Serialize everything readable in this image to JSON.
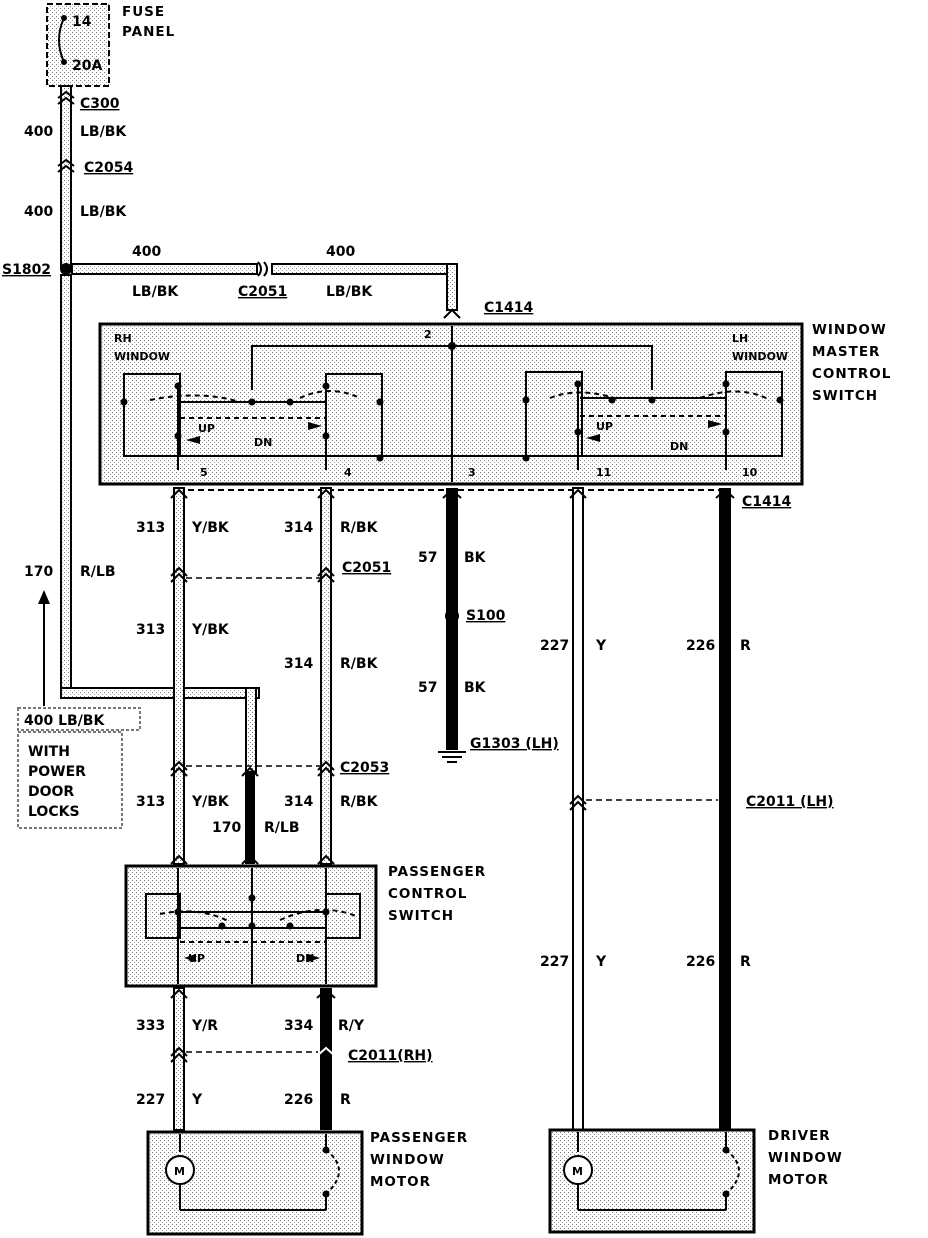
{
  "fuse": {
    "number": "14",
    "rating": "20A",
    "label_line1": "FUSE",
    "label_line2": "PANEL"
  },
  "connectors": {
    "c300": "C300",
    "c2054": "C2054",
    "s1802": "S1802",
    "c2051_top": "C2051",
    "c1414_top": "C1414",
    "c1414_right": "C1414",
    "c2051_mid": "C2051",
    "s100": "S100",
    "g1303": "G1303 (LH)",
    "c2053": "C2053",
    "c2011_lh": "C2011 (LH)",
    "c2011_rh": "C2011(RH)"
  },
  "wires": {
    "w400_a": "400",
    "w400_a_color": "LB/BK",
    "w400_b": "400",
    "w400_b_color": "LB/BK",
    "w400_h1": "400",
    "w400_h1_color": "LB/BK",
    "w400_h2": "400",
    "w400_h2_color": "LB/BK",
    "w170": "170",
    "w170_color": "R/LB",
    "w313_a": "313",
    "w313_a_color": "Y/BK",
    "w313_b": "313",
    "w313_b_color": "Y/BK",
    "w313_c": "313",
    "w313_c_color": "Y/BK",
    "w314_a": "314",
    "w314_a_color": "R/BK",
    "w314_b": "314",
    "w314_b_color": "R/BK",
    "w314_c": "314",
    "w314_c_color": "R/BK",
    "w57_a": "57",
    "w57_a_color": "BK",
    "w57_b": "57",
    "w57_b_color": "BK",
    "w170_b": "170",
    "w170_b_color": "R/LB",
    "w227_a": "227",
    "w227_a_color": "Y",
    "w226_a": "226",
    "w226_a_color": "R",
    "w227_b": "227",
    "w227_b_color": "Y",
    "w226_b": "226",
    "w226_b_color": "R",
    "w333": "333",
    "w333_color": "Y/R",
    "w334": "334",
    "w334_color": "R/Y",
    "w227_c": "227",
    "w227_c_color": "Y",
    "w226_c": "226",
    "w226_c_color": "R"
  },
  "master_switch": {
    "title": [
      "WINDOW",
      "MASTER",
      "CONTROL",
      "SWITCH"
    ],
    "rh": [
      "RH",
      "WINDOW"
    ],
    "lh": [
      "LH",
      "WINDOW"
    ],
    "up": "UP",
    "dn": "DN",
    "pins": {
      "p2": "2",
      "p5": "5",
      "p4": "4",
      "p3": "3",
      "p11": "11",
      "p10": "10"
    }
  },
  "passenger_switch": {
    "title": [
      "PASSENGER",
      "CONTROL",
      "SWITCH"
    ],
    "up": "UP",
    "dn": "DN"
  },
  "passenger_motor": {
    "title": [
      "PASSENGER",
      "WINDOW",
      "MOTOR"
    ],
    "m": "M"
  },
  "driver_motor": {
    "title": [
      "DRIVER",
      "WINDOW",
      "MOTOR"
    ],
    "m": "M"
  },
  "note": {
    "wire": "400 LB/BK",
    "lines": [
      "WITH",
      "POWER",
      "DOOR",
      "LOCKS"
    ]
  }
}
